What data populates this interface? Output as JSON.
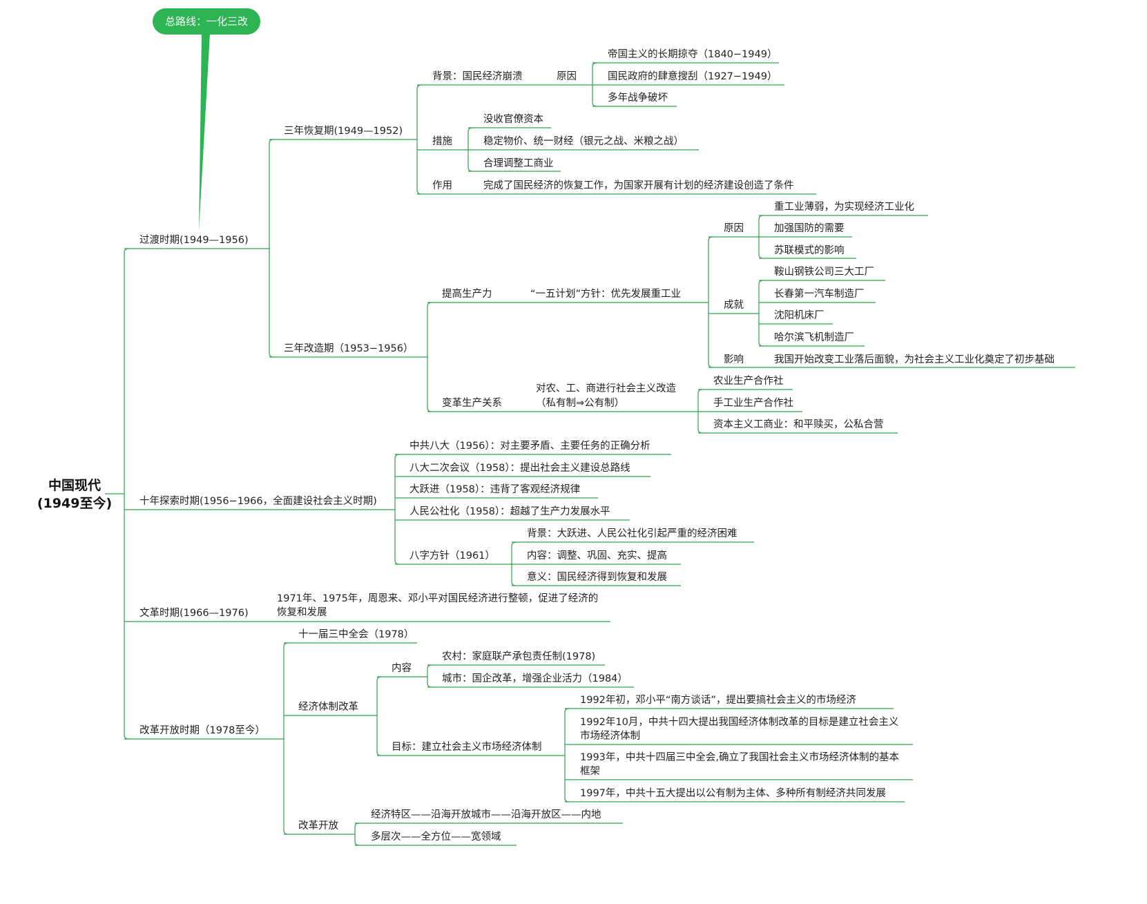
{
  "colors": {
    "line": "#2ca24b",
    "bubble": "#2db453",
    "text": "#222222",
    "background": "#ffffff"
  },
  "root": {
    "line1": "中国现代",
    "line2": "(1949至今)"
  },
  "callout": {
    "text": "总路线：一化三改"
  },
  "transition": {
    "label": "过渡时期(1949—1956)",
    "recovery": {
      "label": "三年恢复期(1949—1952)",
      "background": "背景：国民经济崩溃",
      "cause": "原因",
      "causes": [
        "帝国主义的长期掠夺（1840−1949）",
        "国民政府的肆意搜刮（1927−1949）",
        "多年战争破坏"
      ],
      "measures": "措施",
      "measure_items": [
        "没收官僚资本",
        "稳定物价、统一财经（银元之战、米粮之战）",
        "合理调整工商业"
      ],
      "effect": "作用",
      "effect_text": "完成了国民经济的恢复工作，为国家开展有计划的经济建设创造了条件"
    },
    "reform": {
      "label": "三年改造期（1953−1956）",
      "productivity": "提高生产力",
      "plan": "“一五计划”方针：优先发展重工业",
      "reason": "原因",
      "reasons": [
        "重工业薄弱，为实现经济工业化",
        "加强国防的需要",
        "苏联模式的影响"
      ],
      "achievement": "成就",
      "achievements": [
        "鞍山钢铁公司三大工厂",
        "长春第一汽车制造厂",
        "沈阳机床厂",
        "哈尔滨飞机制造厂"
      ],
      "impact": "影响",
      "impact_text": "我国开始改变工业落后面貌，为社会主义工业化奠定了初步基础",
      "relations": "变革生产关系",
      "transform_line1": "对农、工、商进行社会主义改造",
      "transform_line2": "（私有制⇒公有制）",
      "transform_items": [
        "农业生产合作社",
        "手工业生产合作社",
        "资本主义工商业：和平赎买，公私合营"
      ]
    }
  },
  "exploration": {
    "label": "十年探索时期(1956−1966，全面建设社会主义时期)",
    "items": [
      "中共八大（1956）：对主要矛盾、主要任务的正确分析",
      "八大二次会议（1958）：提出社会主义建设总路线",
      "大跃进（1958）：违背了客观经济规律",
      "人民公社化（1958）：超越了生产力发展水平"
    ],
    "eight": "八字方针（1961）",
    "eight_items": [
      "背景：大跃进、人民公社化引起严重的经济困难",
      "内容：调整、巩固、充实、提高",
      "意义：国民经济得到恢复和发展"
    ]
  },
  "cultural": {
    "label": "文革时期(1966—1976)",
    "text": "1971年、1975年，周恩来、邓小平对国民经济进行整顿，促进了经济的恢复和发展"
  },
  "opening": {
    "label": "改革开放时期（1978至今）",
    "plenum": "十一届三中全会（1978）",
    "economic": "经济体制改革",
    "content": "内容",
    "content_items": [
      "农村：家庭联产承包责任制(1978)",
      "城市：国企改革，增强企业活力（1984）"
    ],
    "goal": "目标：建立社会主义市场经济体制",
    "goal_items": [
      "1992年初，邓小平“南方谈话”，提出要搞社会主义的市场经济",
      "1992年10月，中共十四大提出我国经济体制改革的目标是建立社会主义市场经济体制",
      "1993年，中共十四届三中全会,确立了我国社会主义市场经济体制的基本框架",
      "1997年，中共十五大提出以公有制为主体、多种所有制经济共同发展"
    ],
    "open": "改革开放",
    "open_items": [
      "经济特区——沿海开放城市——沿海开放区——内地",
      "多层次——全方位——宽领域"
    ]
  }
}
